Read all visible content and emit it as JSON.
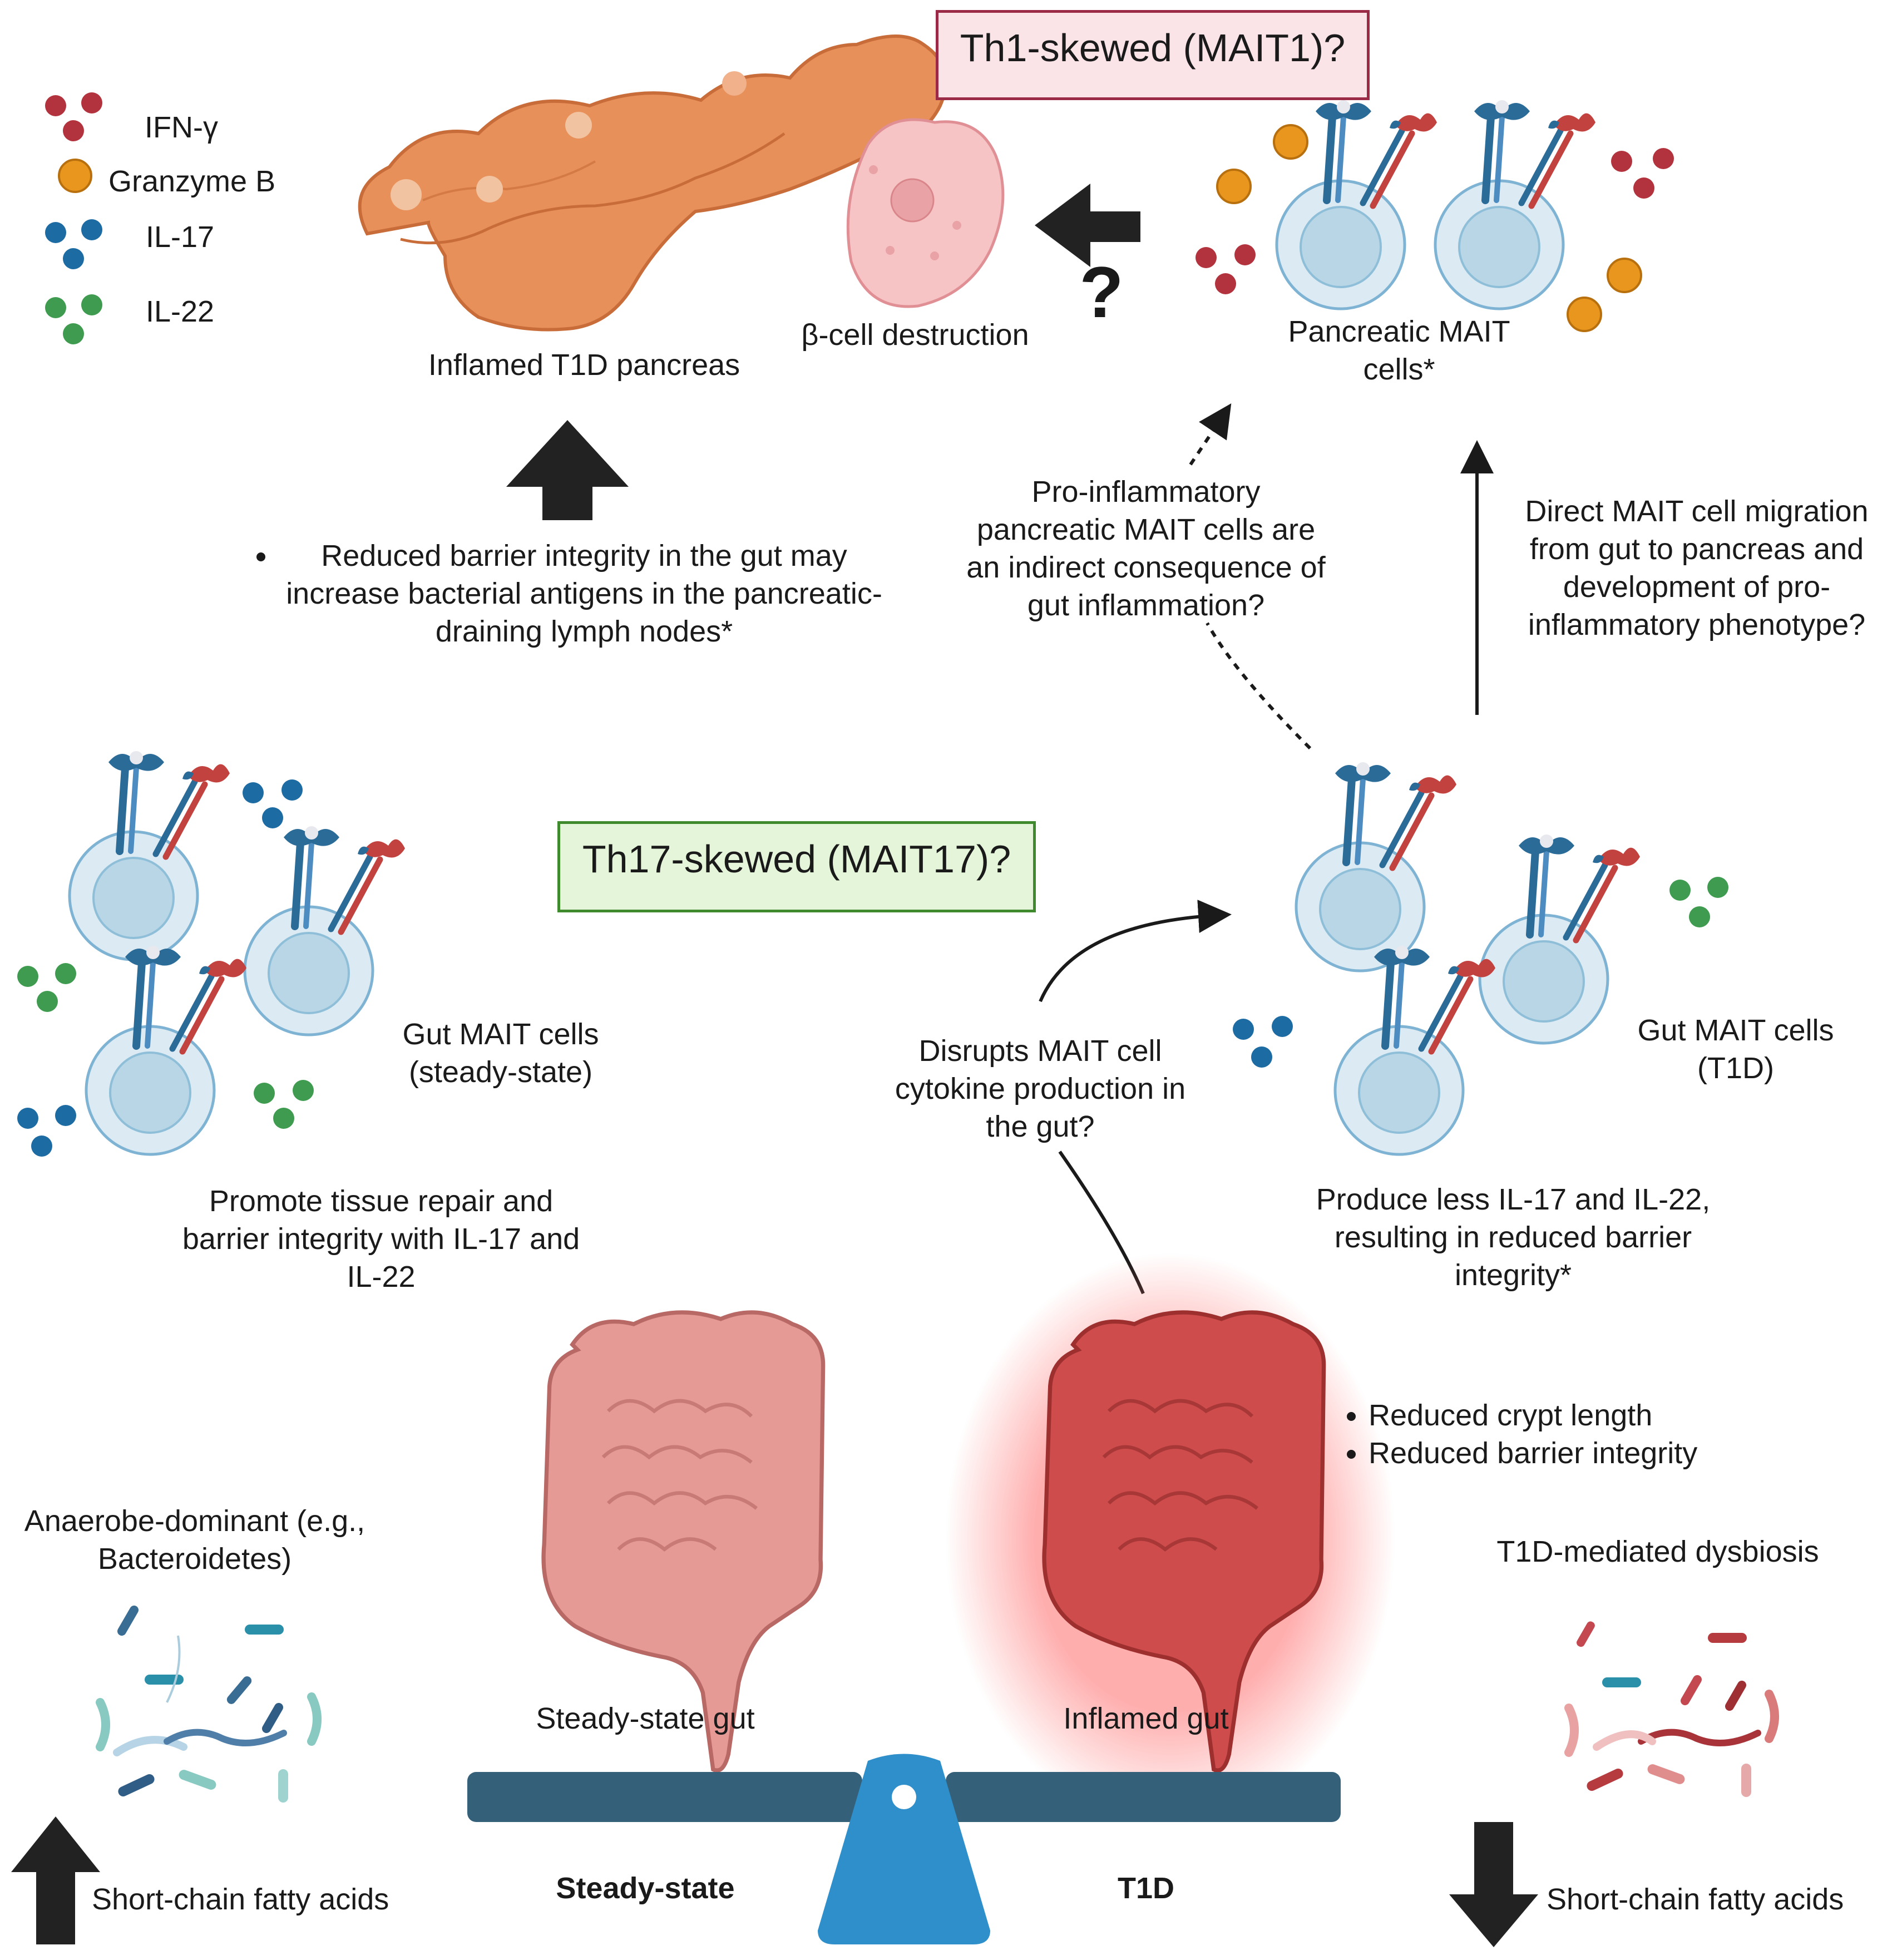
{
  "legend": {
    "items": [
      {
        "label": "IFN-γ",
        "icon": "ifn-gamma-cluster-icon",
        "color": "#b2333d"
      },
      {
        "label": "Granzyme B",
        "icon": "granzyme-b-dot-icon",
        "color": "#e8961e"
      },
      {
        "label": "IL-17",
        "icon": "il-17-cluster-icon",
        "color": "#1d6ba3"
      },
      {
        "label": "IL-22",
        "icon": "il-22-cluster-icon",
        "color": "#3e9b4f"
      }
    ]
  },
  "top": {
    "mait1_box": "Th1-skewed (MAIT1)?",
    "pancreas_label": "Inflamed T1D pancreas",
    "beta_cell_label": "β-cell destruction",
    "question_mark": "?",
    "pancreatic_mait_label": "Pancreatic MAIT\ncells*"
  },
  "middle": {
    "barrier_bullet": "Reduced barrier integrity in the gut may increase bacterial antigens in the pancreatic-draining lymph nodes*",
    "indirect_text": "Pro-inflammatory\npancreatic MAIT cells are\nan indirect consequence of\ngut inflammation?",
    "direct_text": "Direct MAIT cell migration\nfrom gut to pancreas and\ndevelopment of pro-\ninflammatory phenotype?",
    "mait17_box": "Th17-skewed (MAIT17)?",
    "gut_steady_label": "Gut MAIT cells\n(steady-state)",
    "gut_t1d_label": "Gut MAIT cells\n(T1D)",
    "disrupts_text": "Disrupts MAIT cell\ncytokine production in\nthe gut?",
    "promote_text": "Promote tissue repair and\nbarrier integrity with IL-17 and\nIL-22",
    "produce_less_text": "Produce less IL-17 and IL-22,\nresulting in reduced barrier\nintegrity*"
  },
  "bottom": {
    "inflamed_bullets": [
      "Reduced crypt length",
      "Reduced barrier integrity"
    ],
    "anaerobe_label": "Anaerobe-dominant (e.g.,\nBacteroidetes)",
    "dysbiosis_label": "T1D-mediated dysbiosis",
    "steady_gut_label": "Steady-state gut",
    "inflamed_gut_label": "Inflamed gut",
    "scfa_left": "Short-chain fatty acids",
    "scfa_right": "Short-chain fatty acids",
    "scale_left": "Steady-state",
    "scale_right": "T1D"
  },
  "colors": {
    "mait1_box_fill": "#fbe4e8",
    "mait1_box_border": "#9a2a45",
    "mait17_box_fill": "#e5f5d9",
    "mait17_box_border": "#3f8a2d",
    "cell_fill": "#dbeaf3",
    "cell_border": "#7eb3d3",
    "nucleus_fill": "#b8d6e6",
    "scale_beam": "#35607a",
    "scale_fulcrum": "#2f8fcb",
    "pancreas": "#e8905a",
    "gut_healthy": "#e59a96",
    "gut_inflamed": "#cf4c4c"
  }
}
